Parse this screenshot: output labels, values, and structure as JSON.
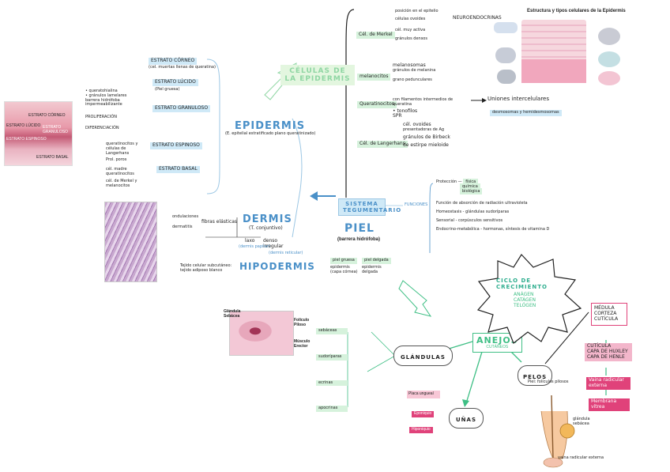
{
  "epidermis": {
    "title": "EPIDERMIS",
    "subtitle": "(E. epitelial estratificado plano queratinizado)",
    "layers": [
      "ESTRATO CÓRNEO",
      "ESTRATO LÚCIDO",
      "ESTRATO GRANULOSO",
      "ESTRATO ESPINOSO",
      "ESTRATO BASAL"
    ],
    "corneo_note": "(cel. muertas llenas de queratina)",
    "lucido_note": "(Piel gruesa)",
    "left_notes": [
      "• queratohialina",
      "• gránulos lamelares",
      "barrera hidrófoba impermeabilizante",
      "PROLIFERACIÓN",
      "DIFERENCIACIÓN"
    ],
    "espinoso_note": "queratinocitos y células de Langerhans",
    "basal_notes": [
      "Prol. poros",
      "cél. madre",
      "queratinocitos",
      "cél. de Merkel y melanocitos"
    ],
    "photo_labels": [
      "ESTRATO CÓRNEO",
      "ESTRATO LÚCIDO",
      "ESTRATO GRANULOSO",
      "ESTRATO ESPINOSO",
      "ESTRATO BASAL"
    ]
  },
  "celulas": {
    "title": "CÉLULAS DE LA EPIDERMIS",
    "types": [
      "Cél. de Merkel",
      "melanocitos",
      "Queratinocitos",
      "Cél. de Langerhans"
    ],
    "merkel_notes": [
      "posición en el epitelio",
      "células ovoides",
      "cél. muy activa",
      "gránulos densos",
      "NEUROENDOCRINAS"
    ],
    "melano_notes": [
      "melanosomas",
      "gránulos de melanina",
      "grano pedunculares"
    ],
    "querat_notes": [
      "con filamentos intermedios de queratina",
      "• tonofilos",
      "SPR"
    ],
    "langer_notes": [
      "cél. ovoides",
      "presentadoras de Ag",
      "gránulos de Birbeck",
      "de estirpe mieloide"
    ],
    "uniones": "Uniones intercelulares",
    "uniones_sub": "desmosomas y hemidesmosomas",
    "diagram_title": "Estructura y tipos celulares de la Epidermis"
  },
  "dermis": {
    "title": "DERMIS",
    "subtitle": "(T. conjuntivo)",
    "notes": [
      "ondulaciones",
      "dermatitis",
      "fibras elásticas",
      "laxo",
      "denso irregular"
    ],
    "sub": [
      "(dermis papilar)",
      "(dermis reticular)"
    ]
  },
  "hipodermis": {
    "title": "HIPODERMIS",
    "note": "Tejido celular subcutáneo: tejido adiposo blanco"
  },
  "sistema": {
    "title": "SISTEMA TEGUMENTARIO",
    "funciones": "FUNCIONES",
    "funcs": [
      "Protección",
      "física",
      "química",
      "biológica",
      "Función de absorción de radiación ultravioleta",
      "Homeostasis - glándulas sudoríparas",
      "Sensorial - corpúsculos sensitivos",
      "Endocrino-metabólica - hormonas, síntesis de vitamina D"
    ]
  },
  "piel": {
    "title": "PIEL",
    "subtitle": "(barrera hidrófoba)",
    "tipos": [
      "piel gruesa",
      "piel delgada"
    ],
    "notes": [
      "epidermis (capa córnea)",
      "epidermis delgada"
    ]
  },
  "anejos": {
    "title": "ANEJOS",
    "subtitle": "CUTÁNEOS",
    "branches": [
      "GLÁNDULAS",
      "PELOS",
      "UÑAS"
    ],
    "ciclo_title": "CICLO DE CRECIMIENTO",
    "ciclo_items": [
      "ANÁGEN",
      "CATÁGEN",
      "TELÓGEN"
    ],
    "pelo_layers": [
      "MÉDULA",
      "CORTEZA",
      "CUTÍCULA"
    ],
    "vaina": [
      "CUTÍCULA",
      "CAPA DE HUXLEY",
      "CAPA DE HENLE"
    ],
    "vaina_ext": [
      "Vaina radicular externa",
      "Membrana vítrea"
    ],
    "foliculo_labels": [
      "Glándula Sebácea",
      "Folículo Piloso",
      "Músculo Erector"
    ],
    "pelo_note": "Piel: folículos pilosos",
    "una_notes": [
      "Placa ungueal",
      "Eponiquio",
      "Hiponiquio"
    ],
    "glandula_notes": [
      "sebáceas",
      "sudoríparas",
      "ecrinas",
      "apocrinas"
    ],
    "dibujo_labels": [
      "glándula sebácea",
      "vaina radicular externa"
    ]
  },
  "colors": {
    "blue": "#4a90c8",
    "green": "#3fbf85",
    "pink": "#e0427a",
    "lightblue": "#cfe9f7"
  }
}
